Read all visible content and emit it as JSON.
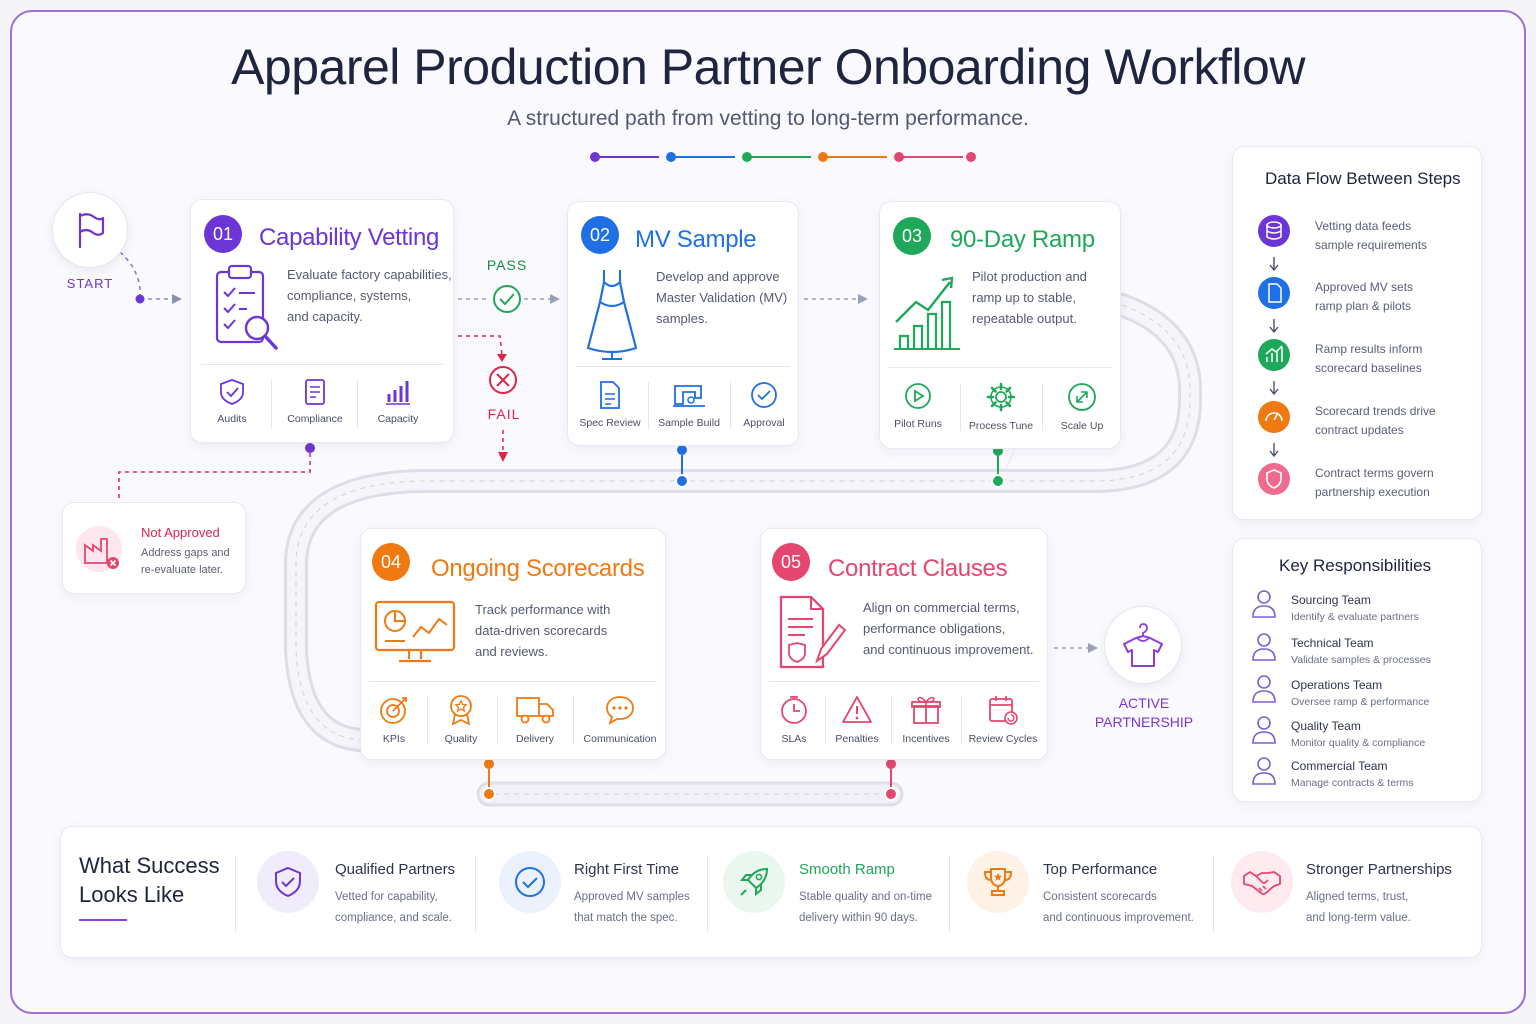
{
  "title": "Apparel Production Partner Onboarding Workflow",
  "subtitle": "A structured path from vetting to long-term performance.",
  "start_label": "START",
  "pass_label": "PASS",
  "fail_label": "FAIL",
  "steps": [
    {
      "num": "01",
      "title": "Capability Vetting",
      "desc": [
        "Evaluate factory capabilities,",
        "compliance, systems,",
        "and capacity."
      ],
      "subs": [
        "Audits",
        "Compliance",
        "Capacity"
      ]
    },
    {
      "num": "02",
      "title": "MV Sample",
      "desc": [
        "Develop and approve",
        "Master Validation (MV)",
        "samples."
      ],
      "subs": [
        "Spec Review",
        "Sample Build",
        "Approval"
      ]
    },
    {
      "num": "03",
      "title": "90-Day Ramp",
      "desc": [
        "Pilot production and",
        "ramp up to stable,",
        "repeatable output."
      ],
      "subs": [
        "Pilot Runs",
        "Process Tune",
        "Scale Up"
      ]
    },
    {
      "num": "04",
      "title": "Ongoing Scorecards",
      "desc": [
        "Track performance with",
        "data-driven scorecards",
        "and reviews."
      ],
      "subs": [
        "KPIs",
        "Quality",
        "Delivery",
        "Communication"
      ]
    },
    {
      "num": "05",
      "title": "Contract Clauses",
      "desc": [
        "Align on commercial terms,",
        "performance obligations,",
        "and continuous improvement."
      ],
      "subs": [
        "SLAs",
        "Penalties",
        "Incentives",
        "Review Cycles"
      ]
    }
  ],
  "not_approved": {
    "title": "Not Approved",
    "desc": [
      "Address gaps and",
      "re-evaluate later."
    ]
  },
  "active_partnership": [
    "ACTIVE",
    "PARTNERSHIP"
  ],
  "data_flow": {
    "title": "Data Flow Between Steps",
    "items": [
      [
        "Vetting data feeds",
        "sample requirements"
      ],
      [
        "Approved MV sets",
        "ramp plan & pilots"
      ],
      [
        "Ramp results inform",
        "scorecard baselines"
      ],
      [
        "Scorecard trends drive",
        "contract updates"
      ],
      [
        "Contract terms govern",
        "partnership execution"
      ]
    ]
  },
  "responsibilities": {
    "title": "Key Responsibilities",
    "items": [
      {
        "name": "Sourcing Team",
        "desc": "Identify & evaluate partners"
      },
      {
        "name": "Technical Team",
        "desc": "Validate samples & processes"
      },
      {
        "name": "Operations Team",
        "desc": "Oversee ramp & performance"
      },
      {
        "name": "Quality Team",
        "desc": "Monitor quality & compliance"
      },
      {
        "name": "Commercial Team",
        "desc": "Manage contracts & terms"
      }
    ]
  },
  "success": {
    "title": [
      "What Success",
      "Looks Like"
    ],
    "items": [
      {
        "title": "Qualified Partners",
        "desc": [
          "Vetted for capability,",
          "compliance, and scale."
        ]
      },
      {
        "title": "Right First Time",
        "desc": [
          "Approved MV samples",
          "that match the spec."
        ]
      },
      {
        "title": "Smooth Ramp",
        "desc": [
          "Stable quality and on-time",
          "delivery within 90 days."
        ]
      },
      {
        "title": "Top Performance",
        "desc": [
          "Consistent scorecards",
          "and continuous improvement."
        ]
      },
      {
        "title": "Stronger Partnerships",
        "desc": [
          "Aligned terms, trust,",
          "and long-term value."
        ]
      }
    ]
  },
  "colors": {
    "step1": "#6c35d6",
    "step2": "#1f6fe5",
    "step3": "#1fa85a",
    "step4": "#f07a12",
    "step5": "#e5466f"
  },
  "icons": {
    "start": "flag-icon",
    "pass": "check-circle-icon",
    "fail": "x-circle-icon",
    "step1": "clipboard-magnifier-icon",
    "step2": "dress-icon",
    "step3": "growth-chart-icon",
    "step4": "dashboard-monitor-icon",
    "step5": "contract-pen-icon",
    "partnership": "hanger-shirt-icon"
  }
}
